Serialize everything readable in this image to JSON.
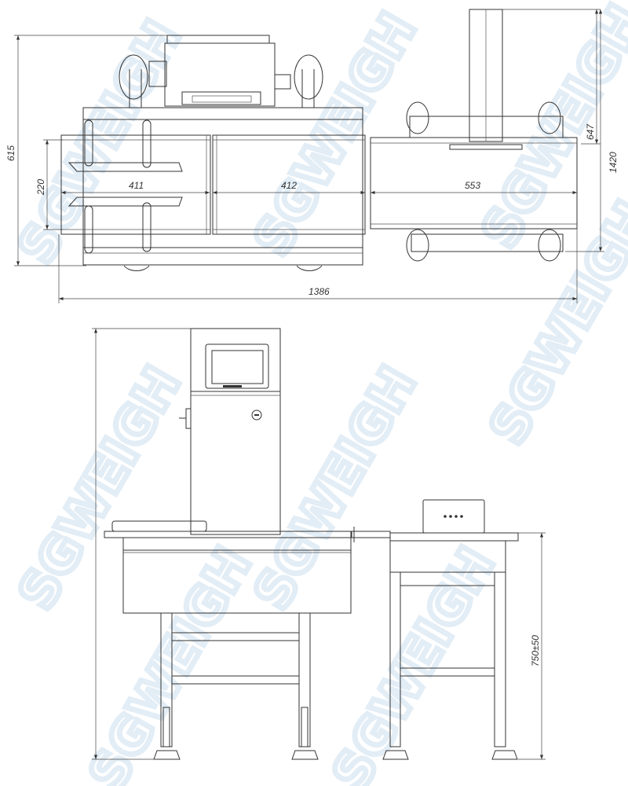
{
  "watermark": "SGWEIGH",
  "top_view": {
    "dimensions": {
      "overall_width": "615",
      "belt_width": "220",
      "infeed_length": "411",
      "weigh_length": "412",
      "outfeed_length": "553",
      "reject_height": "647",
      "overall_depth": "1420",
      "overall_length": "1386"
    }
  },
  "side_view": {
    "dimensions": {
      "conveyor_height": "750±50"
    }
  }
}
